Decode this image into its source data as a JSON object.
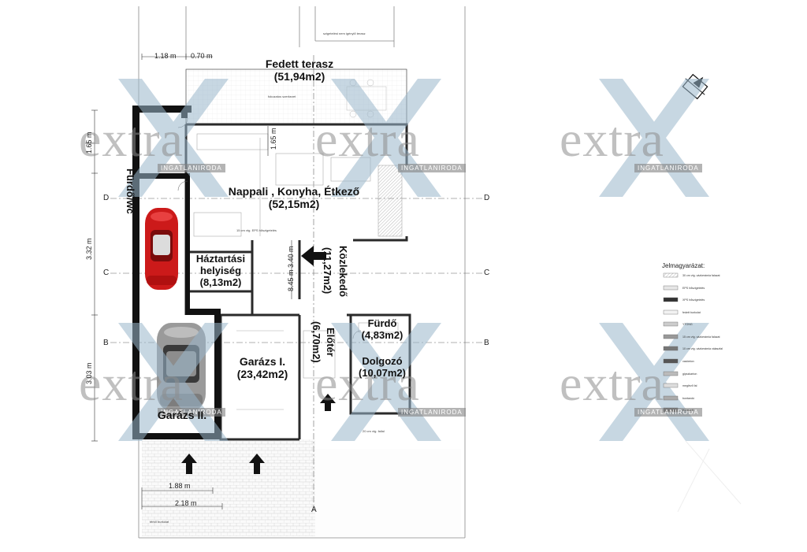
{
  "rooms": {
    "terrace": {
      "name": "Fedett terasz",
      "area": "(51,94m2)"
    },
    "wc": {
      "name": "Fürdő/wc"
    },
    "living": {
      "name": "Nappali , Konyha, Étkező",
      "area": "(52,15m2)"
    },
    "household": {
      "name1": "Háztartási",
      "name2": "helyiség",
      "area": "(8,13m2)"
    },
    "corridor": {
      "name": "Közlekedő",
      "area": "(11,27m2)"
    },
    "hall": {
      "name": "Előtér",
      "area": "(6,70m2)"
    },
    "bath": {
      "name": "Fürdő",
      "area": "(4,83m2)"
    },
    "study": {
      "name": "Dolgozó",
      "area": "(10,07m2)"
    },
    "garage1": {
      "name": "Garázs I.",
      "area": "(23,42m2)"
    },
    "garage2": {
      "name": "Garázs II."
    }
  },
  "dimensions": {
    "top_left": "1.18 m",
    "top_mid": "0.70 m",
    "left_upper": "1.65 m",
    "left_mid": "3.32 m",
    "left_lower": "3.03 m",
    "inner_upper": "1.65 m",
    "inner_mid": "3.40 m",
    "inner_lower": "8.45 m",
    "bottom_1": "1.88 m",
    "bottom_2": "2.18 m"
  },
  "axes": {
    "d": "D",
    "c": "C",
    "b": "B",
    "a": "A"
  },
  "watermark": {
    "word": "extra",
    "sub": "INGATLANIRODA"
  },
  "legend": {
    "title": "Jelmagyarázat:",
    "items": [
      "30 cm vtg. vázkerámia falazat",
      "EPS hőszigetelés",
      "XPS hőszigetelés",
      "fedett burkolat",
      "YTONG",
      "15 cm vtg. vázkerámia falazat",
      "10 cm vtg. vázkerámia válaszfal",
      "vasbeton",
      "gipszkarton",
      "meglévő fal",
      "bontandó",
      "tervezett"
    ]
  },
  "small_notes": {
    "site_note": "szigetelést nem igénylő terasz",
    "paving": "térkő burkolat",
    "kitchen_note": "fokozatos szerkezet",
    "floor_note": "15 cm vtg. EPS hőszigetelés",
    "wall_note": "20 cm vtg. fallal"
  },
  "colors": {
    "wall": "#111111",
    "watermark_x": "#9ab7cc",
    "watermark_text": "#8c8c8c",
    "car_red": "#cc1a1a",
    "car_silver": "#9a9a9a"
  }
}
